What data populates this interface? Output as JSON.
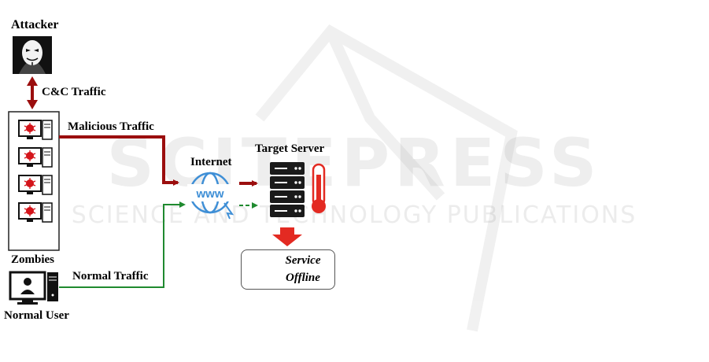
{
  "labels": {
    "attacker": "Attacker",
    "cc_traffic": "C&C Traffic",
    "malicious_traffic": "Malicious Traffic",
    "target_server": "Target Server",
    "internet": "Internet",
    "zombies": "Zombies",
    "normal_traffic": "Normal Traffic",
    "normal_user": "Normal User"
  },
  "alert": {
    "line1": "Service",
    "line2": "Offline"
  },
  "globe_text": "www",
  "watermark": {
    "title": "SCITEPRESS",
    "subtitle": "SCIENCE AND TECHNOLOGY PUBLICATIONS"
  },
  "colors": {
    "malicious": "#9b0e0e",
    "normal": "#1f8a2f",
    "alert_red": "#e32a22",
    "globe_blue": "#3f8fd6",
    "icon_dark": "#111111"
  }
}
